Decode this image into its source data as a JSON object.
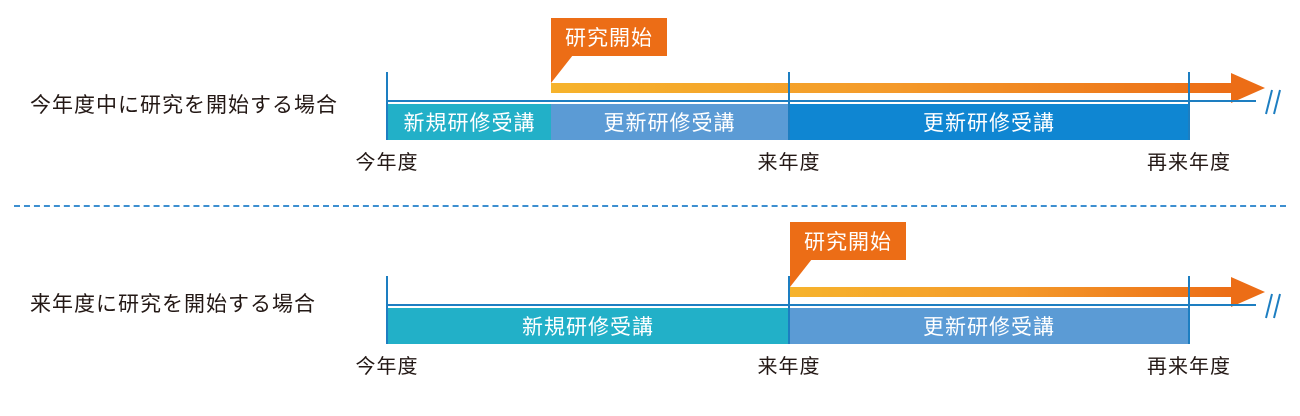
{
  "colors": {
    "new_training": "#22b0c8",
    "renewal_light": "#5b9bd5",
    "renewal_dark": "#0f86d2",
    "axis": "#1d7ec1",
    "research_arrow": "#ec6d16"
  },
  "scenario_current_year": {
    "label": "今年度中に研究を開始する場合",
    "research_start_label": "研究開始",
    "bars": [
      "新規研修受講",
      "更新研修受講",
      "更新研修受講"
    ],
    "ticks": [
      "今年度",
      "来年度",
      "再来年度"
    ]
  },
  "scenario_next_year": {
    "label": "来年度に研究を開始する場合",
    "research_start_label": "研究開始",
    "bars": [
      "新規研修受講",
      "更新研修受講"
    ],
    "ticks": [
      "今年度",
      "来年度",
      "再来年度"
    ]
  }
}
